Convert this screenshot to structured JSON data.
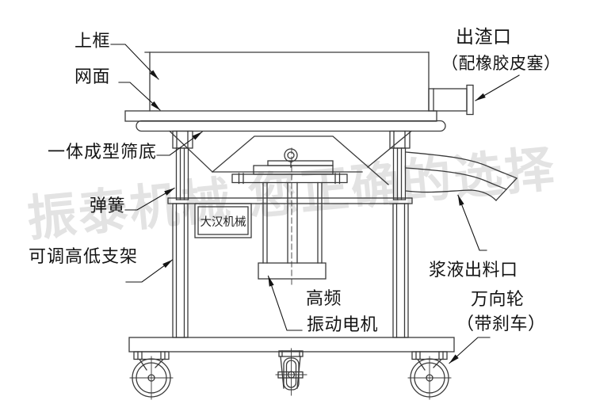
{
  "watermark": {
    "text": "振泰机械 您正确的选择"
  },
  "machine": {
    "nameplate": "大汉机械"
  },
  "callouts": {
    "top_frame": "上框",
    "mesh": "网面",
    "sieve_bottom": "一体成型筛底",
    "spring": "弹簧",
    "stand": "可调高低支架",
    "slag_outlet": "出渣口",
    "slag_outlet_note": "（配橡胶皮塞）",
    "slurry_outlet": "浆液出料口",
    "caster": "万向轮",
    "caster_note": "（带刹车）",
    "motor_line1": "高频",
    "motor_line2": "振动电机"
  },
  "colors": {
    "line": "#3a3a3a",
    "label_text": "#141414",
    "watermark": "#e3e3e3",
    "background": "#ffffff"
  }
}
